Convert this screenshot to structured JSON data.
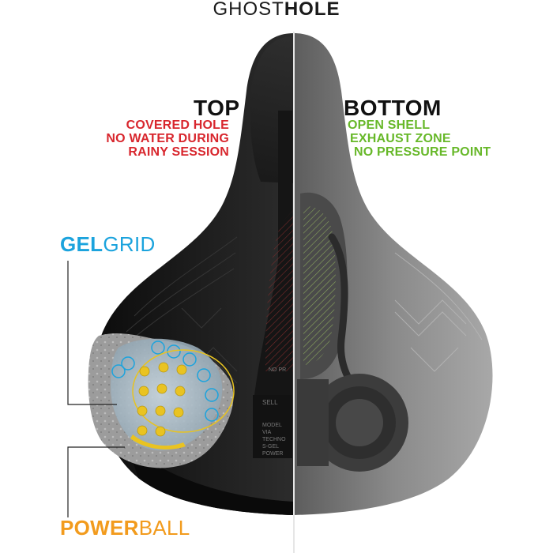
{
  "title": {
    "light": "GHOST",
    "bold": "HOLE"
  },
  "top": {
    "heading": "TOP",
    "notes": [
      "COVERED HOLE",
      "NO WATER DURING",
      "RAINY SESSION"
    ],
    "note_color": "#d8262d"
  },
  "bottom": {
    "heading": "BOTTOM",
    "notes": [
      "OPEN SHELL",
      "EXHAUST ZONE",
      "NO PRESSURE POINT"
    ],
    "note_color": "#67b829"
  },
  "gelgrid": {
    "bold": "GEL",
    "light": "GRID",
    "color": "#1ba3dd"
  },
  "powerball": {
    "bold": "POWER",
    "light": "BALL",
    "color": "#f29b1d"
  },
  "saddle_labels": {
    "model": "MODEL",
    "via": "VIA",
    "techno": "TECHNO",
    "sgel": "S-GEL",
    "power": "POWER",
    "sell": "SELL",
    "no_pr": "NO PR"
  }
}
